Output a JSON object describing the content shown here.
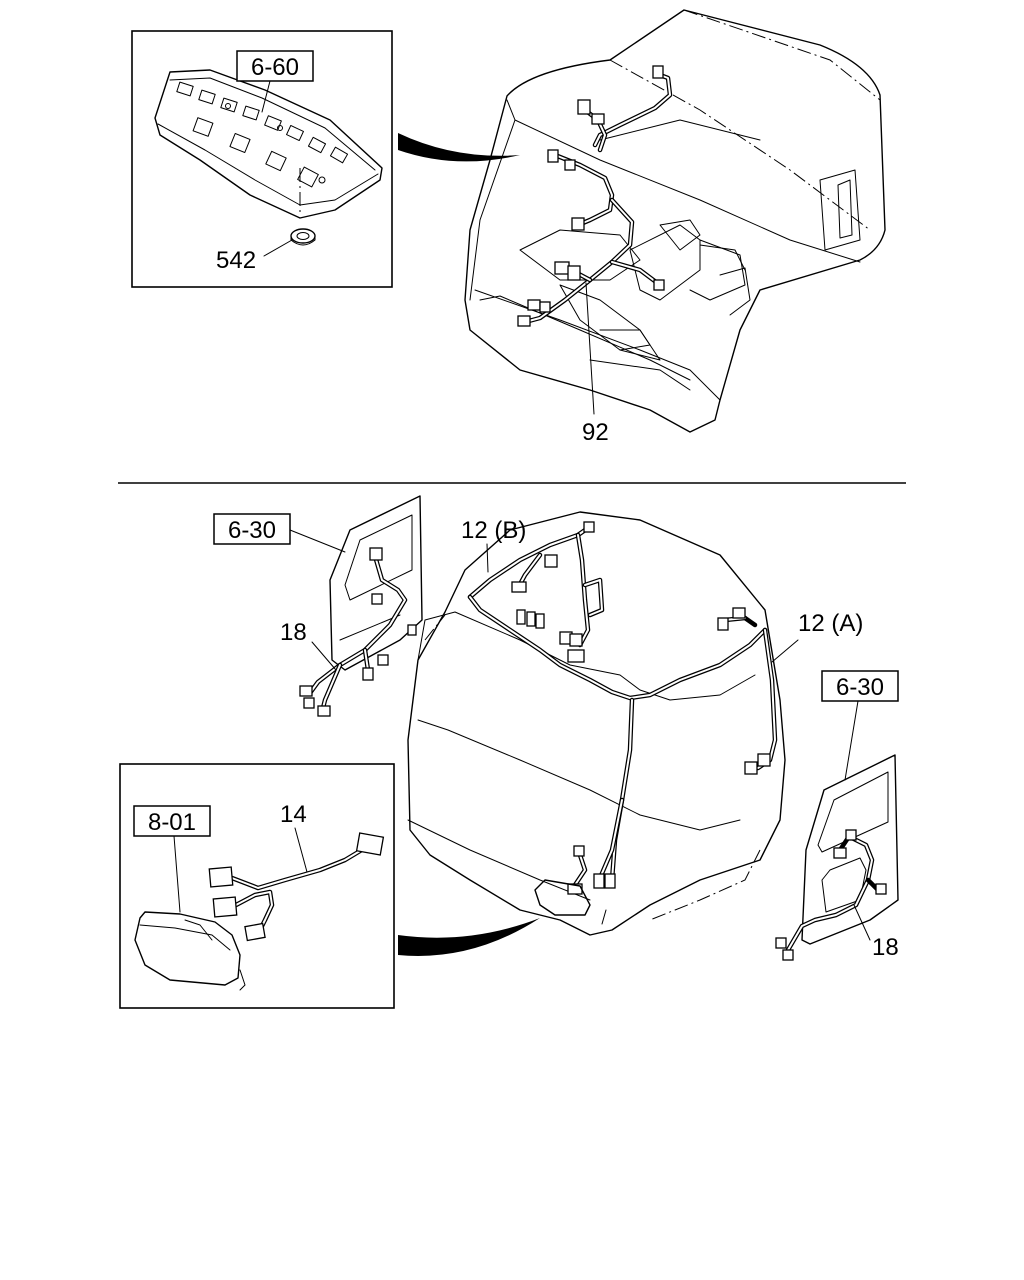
{
  "diagram": {
    "top_view": {
      "inset_ref_box": "6-60",
      "inset_callout": "542",
      "main_callout": "92"
    },
    "bottom_view": {
      "left_door_ref_box": "6-30",
      "left_door_callout": "18",
      "harness_b_callout": "12 (B)",
      "harness_a_callout": "12 (A)",
      "right_door_ref_box": "6-30",
      "right_door_callout": "18",
      "lamp_ref_box": "8-01",
      "lamp_harness_callout": "14"
    }
  }
}
